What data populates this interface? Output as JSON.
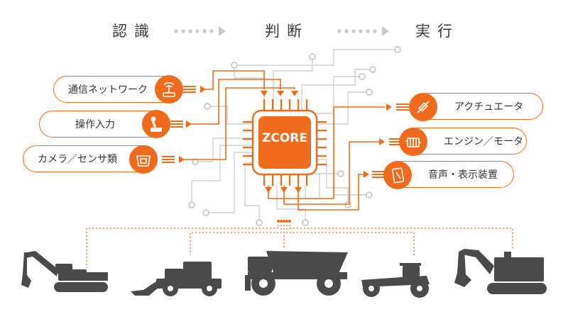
{
  "stages": [
    "認識",
    "判断",
    "実行"
  ],
  "inputs": [
    {
      "label": "通信ネットワーク",
      "icon": "antenna-icon"
    },
    {
      "label": "操作入力",
      "icon": "joystick-icon"
    },
    {
      "label": "カメラ／センサ類",
      "icon": "camera-sensor-icon"
    }
  ],
  "outputs": [
    {
      "label": "アクチュエータ",
      "icon": "actuator-icon"
    },
    {
      "label": "エンジン／モータ",
      "icon": "engine-icon"
    },
    {
      "label": "音声・表示装置",
      "icon": "display-icon"
    }
  ],
  "processor": {
    "label": "ZCORE"
  },
  "machines": [
    "excavator-icon",
    "wheel-loader-icon",
    "dump-truck-icon",
    "motor-grader-icon",
    "mining-shovel-icon"
  ],
  "colors": {
    "accent": "#f06a1c",
    "circuit": "#c8c8c8",
    "machine": "#4a4a4a",
    "text": "#333333"
  }
}
